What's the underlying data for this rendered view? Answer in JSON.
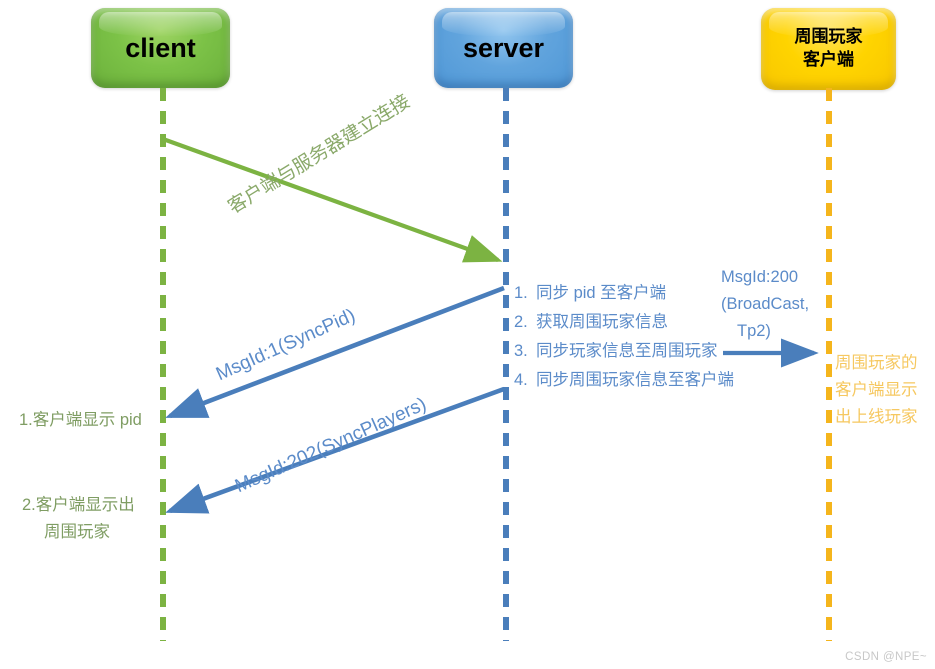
{
  "actors": [
    {
      "id": "client",
      "label": "client",
      "color": "#7cc247",
      "lifeline_color": "#7cb342"
    },
    {
      "id": "server",
      "label": "server",
      "color": "#61a4dd",
      "lifeline_color": "#4a7ebb"
    },
    {
      "id": "nearby",
      "label_line1": "周围玩家",
      "label_line2": "客户端",
      "color": "#ffd400",
      "lifeline_color": "#f5b51c"
    }
  ],
  "messages": {
    "connect": "客户端与服务器建立连接",
    "sync_pid": "MsgId:1(SyncPid)",
    "sync_players": "MsgId:202(SyncPlayers)"
  },
  "server_steps": [
    {
      "num": "1.",
      "text": "同步 pid 至客户端"
    },
    {
      "num": "2.",
      "text": "获取周围玩家信息"
    },
    {
      "num": "3.",
      "text": "同步玩家信息至周围玩家"
    },
    {
      "num": "4.",
      "text": "同步周围玩家信息至客户端"
    }
  ],
  "broadcast_note": {
    "line1": "MsgId:200",
    "line2": "(BroadCast,",
    "line3": "Tp2)"
  },
  "nearby_note": {
    "line1": "周围玩家的",
    "line2": "客户端显示",
    "line3": "出上线玩家"
  },
  "client_notes": {
    "note1": "1.客户端显示 pid",
    "note2_line1": "2.客户端显示出",
    "note2_line2": "周围玩家"
  },
  "watermark": "CSDN @NPE~",
  "colors": {
    "green_arrow": "#7cb342",
    "blue_arrow": "#4a7ebb",
    "green_text": "#8aa96a",
    "blue_text": "#5b8bc9",
    "orange_text": "#f6c860",
    "client_note_text": "#7f9d63"
  }
}
